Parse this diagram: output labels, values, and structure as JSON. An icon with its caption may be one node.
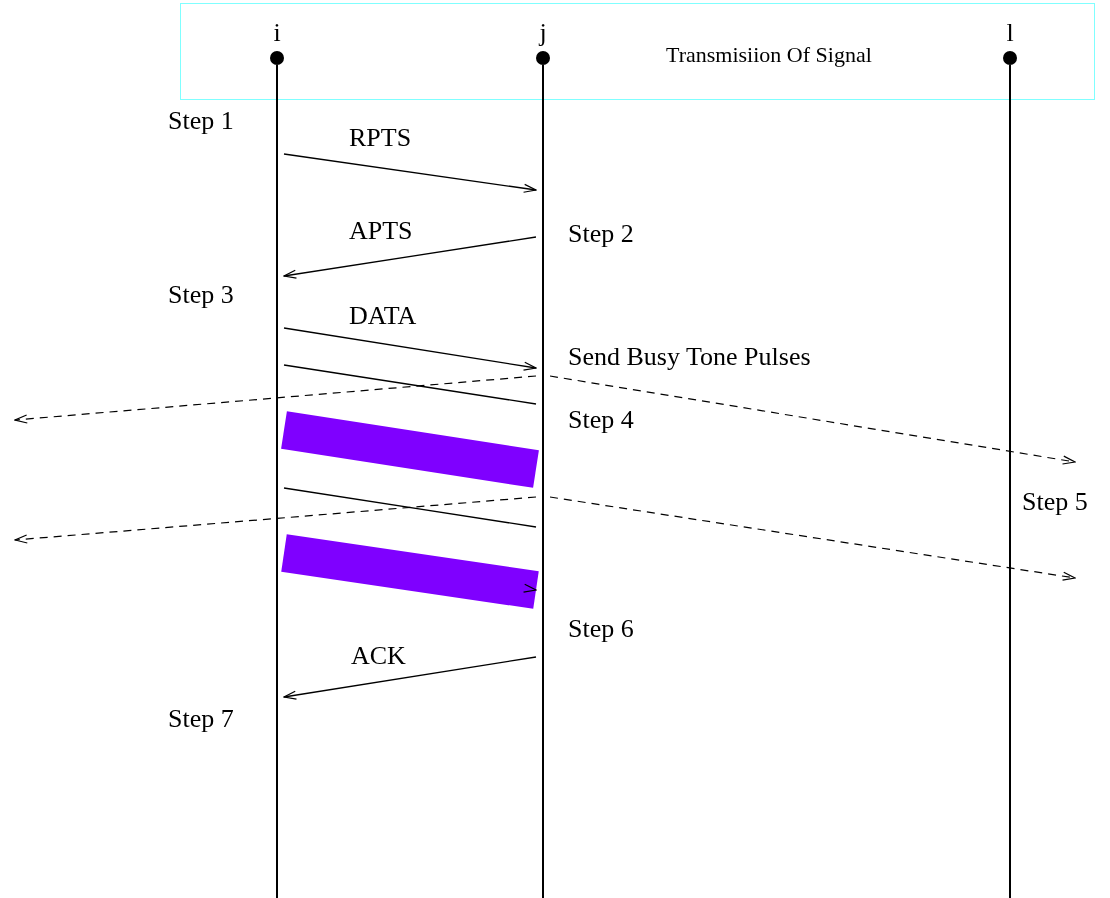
{
  "diagram": {
    "nodes": [
      {
        "text": [
          "Transmisiion Of Signal"
        ]
      },
      {
        "text": [
          "i"
        ]
      },
      {
        "text": [
          "j"
        ]
      },
      {
        "text": [
          "l"
        ]
      }
    ],
    "edges": [
      {
        "from": 1,
        "to": 2,
        "arrow": "to",
        "label": "RPTS"
      },
      {
        "from": 2,
        "to": 1,
        "arrow": "to",
        "label": "APTS"
      },
      {
        "from": 1,
        "to": 2,
        "arrow": "to",
        "label": "DATA"
      },
      {
        "from": 2,
        "to": null,
        "arrow": "to",
        "style": "dashed"
      },
      {
        "from": 2,
        "to": null,
        "arrow": "to",
        "style": "dashed"
      },
      {
        "from": 1,
        "to": 2,
        "arrow": "none"
      },
      {
        "from": 1,
        "to": 2,
        "arrow": "none",
        "style": "thick",
        "color": "#7f00ff"
      },
      {
        "from": 2,
        "to": null,
        "arrow": "to",
        "style": "dashed"
      },
      {
        "from": 2,
        "to": null,
        "arrow": "to",
        "style": "dashed"
      },
      {
        "from": 1,
        "to": 2,
        "arrow": "none"
      },
      {
        "from": 1,
        "to": 2,
        "arrow": "to",
        "style": "thick",
        "color": "#7f00ff"
      },
      {
        "from": 2,
        "to": 1,
        "arrow": "to",
        "label": "ACK"
      }
    ],
    "labels": [
      "Step 1",
      "Step 2",
      "Step 3",
      "Send Busy Tone Pulses",
      "Step 4",
      "Step 5",
      "Step 6",
      "Step 7"
    ]
  }
}
